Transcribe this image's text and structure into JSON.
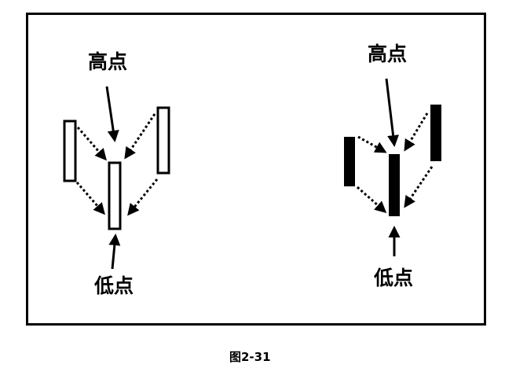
{
  "left_panel": {
    "high_label": "高点",
    "low_label": "低点",
    "candle_fill": "#ffffff"
  },
  "right_panel": {
    "high_label": "高点",
    "low_label": "低点",
    "candle_fill": "#000000"
  },
  "caption": "图2-31",
  "colors": {
    "stroke": "#000000",
    "background": "#ffffff"
  }
}
